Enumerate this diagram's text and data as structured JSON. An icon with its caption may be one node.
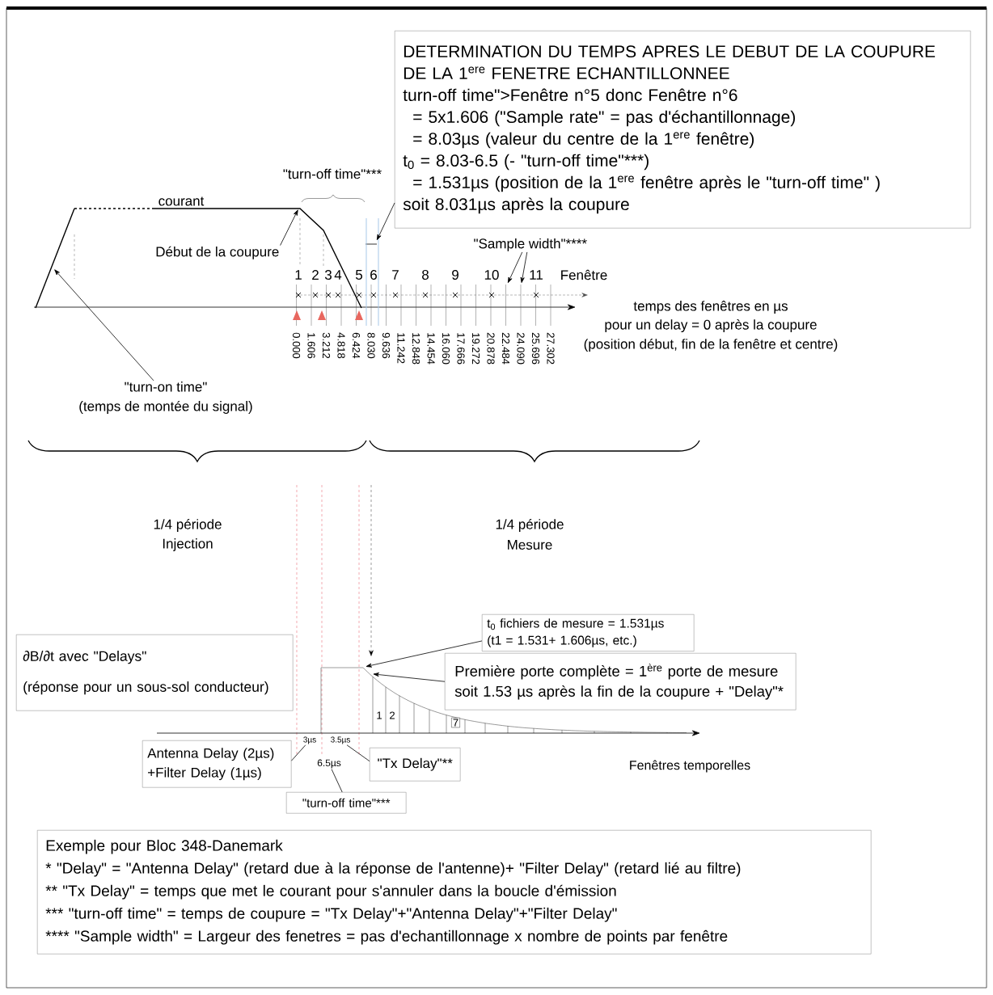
{
  "diagram": {
    "nodes": [
      {
        "text": [
          "DETERMINATION DU TEMPS APRES LE DEBUT DE LA COUPURE DE LA 1$^{ere}$ FENETRE ECHANTILLONNEE",
          "turn-off time\">Fenêtre n°5 donc Fenêtre n°6",
          "= 5x1.606 (\"Sample rate\" = pas d'échantillonnage)",
          "= 8.03µs (valeur du centre de la 1$^{ere}$ fenêtre)",
          "t$_{0}$ = 8.03-6.5 (- \"turn-off time\"***)",
          "= 1.531µs (position de la 1$^{ere}$ fenêtre après le \"turn-off time\" )",
          "soit 8.031µs après la coupure"
        ]
      },
      {
        "text": [],
        "shape": "picture"
      },
      {
        "text": [
          "Début de la coupure"
        ],
        "in": 1
      },
      {
        "text": [
          "\"turn-on time\"",
          "(temps de montée du signal)"
        ]
      },
      {
        "text": [
          "\"Sample width\"****"
        ],
        "in": 1
      },
      {
        "text": [
          "t$_{0}$ fichiers de mesure = 1.531µs",
          "(t1 = 1.531+ 1.606µs, etc.)"
        ]
      },
      {
        "text": [
          "∂B/∂t avec \"Delays\"",
          "(réponse pour un sous-sol conducteur)"
        ]
      },
      {
        "text": [
          "Première porte complète = 1$^{ère}$ porte de mesure soit 1.53 µs après la fin de la coupure + \"Delay\"*"
        ]
      },
      {
        "text": [
          "Antenna Delay (2µs)",
          "+Filter Delay (1µs)"
        ]
      },
      {
        "text": [
          "\"Tx Delay\"**"
        ]
      },
      {
        "text": [
          "\"turn-off time\"***"
        ]
      },
      {
        "text": [],
        "shape": "picture"
      },
      {
        "text": [
          "3µs"
        ]
      },
      {
        "text": [
          "3.5µs"
        ]
      },
      {
        "text": [
          "6.5µs"
        ]
      },
      {
        "text": [
          "Exemple pour Bloc 348-Danemark",
          "* \"Delay\" = \"Antenna Delay\" (retard due à la réponse de l'antenne)+ \"Filter Delay\" (retard lié au filtre)",
          "** \"Tx Delay\" = temps que met le courant pour s'annuler dans la boucle d'émission",
          "*** \"turn-off time\" = temps de coupure = \"Tx Delay\"+\"Antenna Delay\"+\"Filter Delay\"",
          "**** \"Sample width\" = Largeur des fenetres = pas d'echantillonnage x nombre de points par fenêtre"
        ]
      }
    ],
    "edges": [
      {
        "from": 0,
        "to": 1,
        "arrow": "to"
      },
      {
        "from": 2,
        "to": 1,
        "arrow": "to"
      },
      {
        "from": 3,
        "to": 1,
        "arrow": "to"
      },
      {
        "from": 4,
        "to": 1,
        "arrow": "to"
      },
      {
        "from": 4,
        "to": 1,
        "arrow": "to"
      },
      {
        "from": 5,
        "to": 11,
        "arrow": "to"
      },
      {
        "from": 7,
        "to": 11,
        "arrow": "to"
      },
      {
        "from": 8,
        "to": 12,
        "arrow": "none"
      },
      {
        "from": 9,
        "to": 13,
        "arrow": "none"
      },
      {
        "from": 10,
        "to": 14,
        "arrow": "none"
      }
    ],
    "labels": [
      "\"turn-off time\"***",
      "courant",
      "1",
      "2",
      "3",
      "4",
      "5",
      "6",
      "7",
      "8",
      "9",
      "10",
      "11",
      "Fenêtre",
      "0.000",
      "1.606",
      "3.212",
      "4.818",
      "6.424",
      "8.030",
      "9.636",
      "11.242",
      "12.848",
      "14.454",
      "16.060",
      "17.666",
      "19.272",
      "20.878",
      "22.484",
      "24.090",
      "25.696",
      "27.302",
      "temps des fenêtres en µs",
      "pour un delay = 0 après la coupure",
      "(position début, fin de la fenêtre et centre)",
      "1/4 période",
      "Injection",
      "1/4 période",
      "Mesure",
      "1",
      "2",
      "7",
      "Fenêtres temporelles"
    ]
  }
}
